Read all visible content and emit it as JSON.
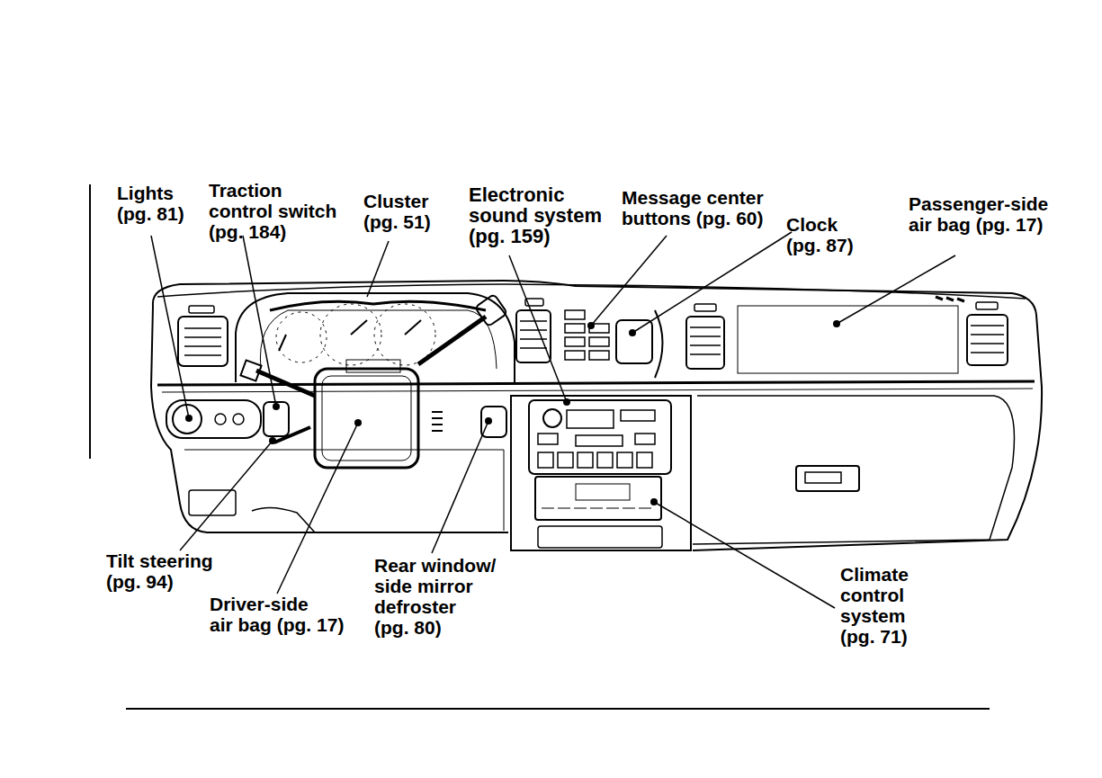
{
  "diagram": {
    "labels": [
      "Lights (pg. 81)",
      "Traction control switch (pg. 184)",
      "Cluster (pg. 51)",
      "Electronic sound system (pg. 159)",
      "Message center buttons (pg. 60)",
      "Clock (pg. 87)",
      "Passenger-side air bag (pg. 17)",
      "Tilt steering (pg. 94)",
      "Driver-side air bag (pg. 17)",
      "Rear window/ side mirror defroster (pg. 80)",
      "Climate control system (pg. 71)"
    ]
  }
}
